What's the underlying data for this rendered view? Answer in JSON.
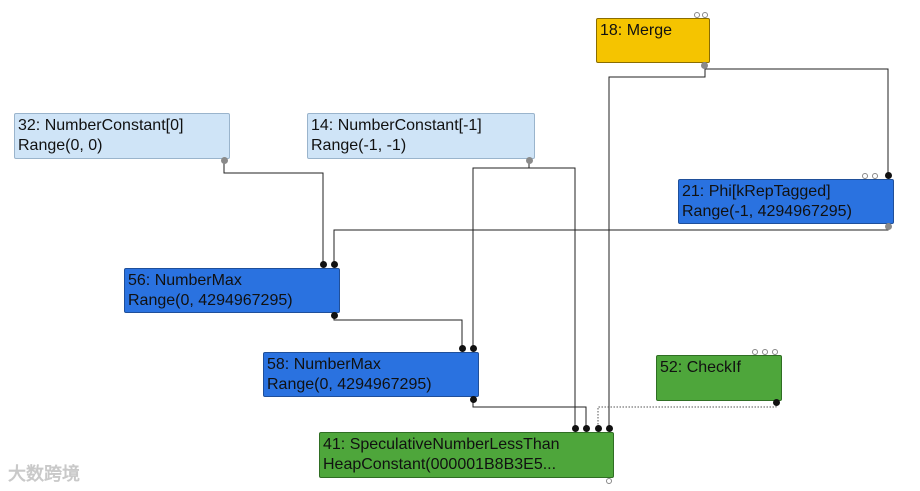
{
  "nodes": {
    "merge": {
      "line1": "18: Merge"
    },
    "c32": {
      "line1": "32: NumberConstant[0]",
      "line2": "Range(0, 0)"
    },
    "c14": {
      "line1": "14: NumberConstant[-1]",
      "line2": "Range(-1, -1)"
    },
    "phi21": {
      "line1": "21: Phi[kRepTagged]",
      "line2": "Range(-1, 4294967295)"
    },
    "max56": {
      "line1": "56: NumberMax",
      "line2": "Range(0, 4294967295)"
    },
    "max58": {
      "line1": "58: NumberMax",
      "line2": "Range(0, 4294967295)"
    },
    "check52": {
      "line1": "52: CheckIf"
    },
    "less41": {
      "line1": "41: SpeculativeNumberLessThan",
      "line2": "HeapConstant(000001B8B3E5..."
    }
  },
  "watermark": "大数跨境",
  "colors": {
    "constant": "#cfe4f7",
    "number_op": "#2a72e0",
    "check": "#4ea63b",
    "control": "#f5c400"
  }
}
